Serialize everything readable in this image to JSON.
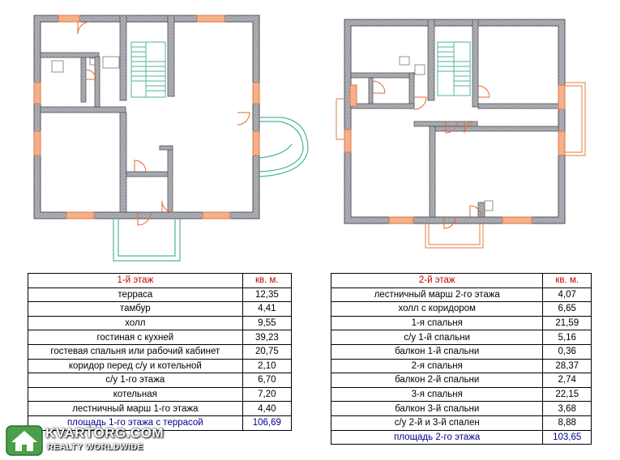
{
  "floor1": {
    "header": {
      "name": "1-й этаж",
      "unit": "кв. м."
    },
    "rows": [
      {
        "name": "терраса",
        "value": "12,35"
      },
      {
        "name": "тамбур",
        "value": "4,41"
      },
      {
        "name": "холл",
        "value": "9,55"
      },
      {
        "name": "гостиная с кухней",
        "value": "39,23"
      },
      {
        "name": "гостевая спальня или рабочий кабинет",
        "value": "20,75"
      },
      {
        "name": "коридор перед с/у и котельной",
        "value": "2,10"
      },
      {
        "name": "с/у 1-го этажа",
        "value": "6,70"
      },
      {
        "name": "котельная",
        "value": "7,20"
      },
      {
        "name": "лестничный марш 1-го этажа",
        "value": "4,40"
      }
    ],
    "total": {
      "name": "площадь 1-го этажа с террасой",
      "value": "106,69"
    }
  },
  "floor2": {
    "header": {
      "name": "2-й этаж",
      "unit": "кв. м."
    },
    "rows": [
      {
        "name": "лестничный марш 2-го этажа",
        "value": "4,07"
      },
      {
        "name": "холл с коридором",
        "value": "6,65"
      },
      {
        "name": "1-я спальня",
        "value": "21,59"
      },
      {
        "name": "с/у 1-й спальни",
        "value": "5,16"
      },
      {
        "name": "балкон 1-й спальни",
        "value": "0,36"
      },
      {
        "name": "2-я спальня",
        "value": "28,37"
      },
      {
        "name": "балкон 2-й спальни",
        "value": "2,74"
      },
      {
        "name": "3-я спальня",
        "value": "22,15"
      },
      {
        "name": "балкон 3-й спальни",
        "value": "3,68"
      },
      {
        "name": "с/у 2-й и 3-й спален",
        "value": "8,88"
      }
    ],
    "total": {
      "name": "площадь 2-го этажа",
      "value": "103,65"
    }
  },
  "watermark": {
    "name": "KVARTORG.COM",
    "subtitle": "REALTY WORLDWIDE",
    "icon": "house-logo-icon"
  },
  "colors": {
    "wall": "#a9a9b2",
    "window": "#f0a070",
    "stair": "#6cc6b0",
    "terrace": "#6cc6b0",
    "balcony": "#f0a070",
    "header_text": "#c00000",
    "total_text": "#00008b"
  }
}
